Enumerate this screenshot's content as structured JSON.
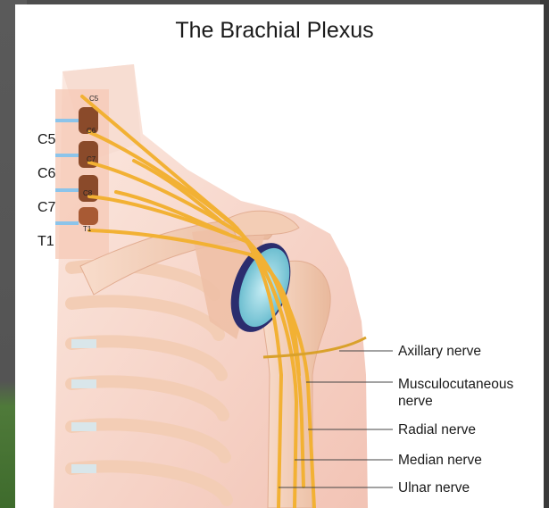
{
  "title": "The Brachial Plexus",
  "root_levels": [
    "C5",
    "C6",
    "C7",
    "T1"
  ],
  "vertebra_labels": [
    "C5",
    "C6",
    "C7",
    "C8",
    "T1"
  ],
  "nerves": [
    {
      "line1": "Axillary nerve",
      "line2": ""
    },
    {
      "line1": "Musculocutaneous",
      "line2": "nerve"
    },
    {
      "line1": "Radial nerve",
      "line2": ""
    },
    {
      "line1": "Median nerve",
      "line2": ""
    },
    {
      "line1": "Ulnar nerve",
      "line2": ""
    }
  ],
  "colors": {
    "nerve": "#f2b134",
    "skin": "#f6d2c4",
    "bone": "#f3cdb5",
    "disc": "#8a4a2a",
    "cartilage": "#9fd3e0",
    "joint_capsule": "#2b2d6e"
  }
}
